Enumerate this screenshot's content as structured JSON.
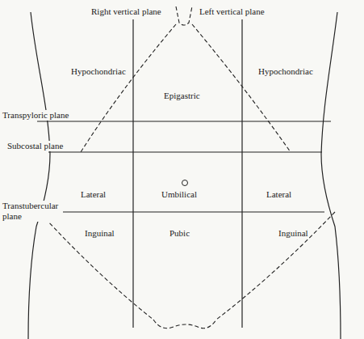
{
  "diagram": {
    "labels": [
      "Right vertical plane",
      "Left vertical plane",
      "Hypochondriac",
      "Hypochondriac",
      "Epigastric",
      "Transpyloric plane",
      "Subcostal plane",
      "Lateral",
      "Umbilical",
      "Lateral",
      "Transtubercular plane",
      "Inguinal",
      "Pubic",
      "Inguinal"
    ]
  }
}
